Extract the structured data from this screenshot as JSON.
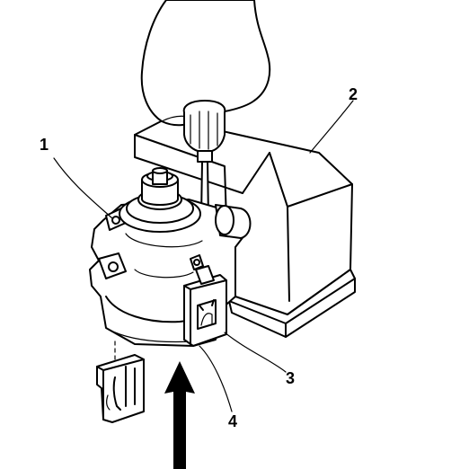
{
  "callouts": [
    {
      "label": "1",
      "part": "pump"
    },
    {
      "label": "2",
      "part": "reservoir"
    },
    {
      "label": "3",
      "part": "retaining-clip"
    },
    {
      "label": "4",
      "part": "bracket"
    }
  ],
  "icons": {
    "arrow": "up-arrow-icon",
    "tool": "screwdriver-icon",
    "hand": "hand-icon"
  }
}
